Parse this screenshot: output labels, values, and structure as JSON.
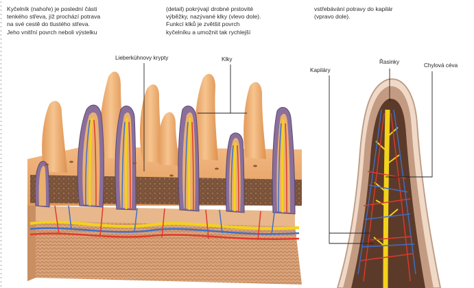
{
  "captions": {
    "col1": [
      "Kyčelník (nahoře) je poslední části",
      "tenkého střeva, jíž prochází potrava",
      "na své cestě do tlustého střeva.",
      "Jeho vnitřní povrch neboli výstelku"
    ],
    "col2": [
      "(detail) pokrývají drobné prstovité",
      "výběžky, nazývané klky (vlevo dole).",
      "Funkcí klků je zvětšit povrch",
      "kyčelníku a umožnit tak rychlejší"
    ],
    "col3": [
      "vstřebávání potravy do kapilár",
      "(vpravo dole)."
    ]
  },
  "labels": {
    "lieberkuhn": "Lieberkühnovy krypty",
    "klky": "Klky",
    "kapilary": "Kapiláry",
    "rasinky": "Řasinky",
    "chylova": "Chylová céva"
  },
  "colors": {
    "tissue": "#f2b57a",
    "tissue_dark": "#d98d4c",
    "artery": "#e0392b",
    "vein": "#3f6fc9",
    "lymph": "#f3d21c",
    "crypt_wall": "#6b5a8a"
  }
}
